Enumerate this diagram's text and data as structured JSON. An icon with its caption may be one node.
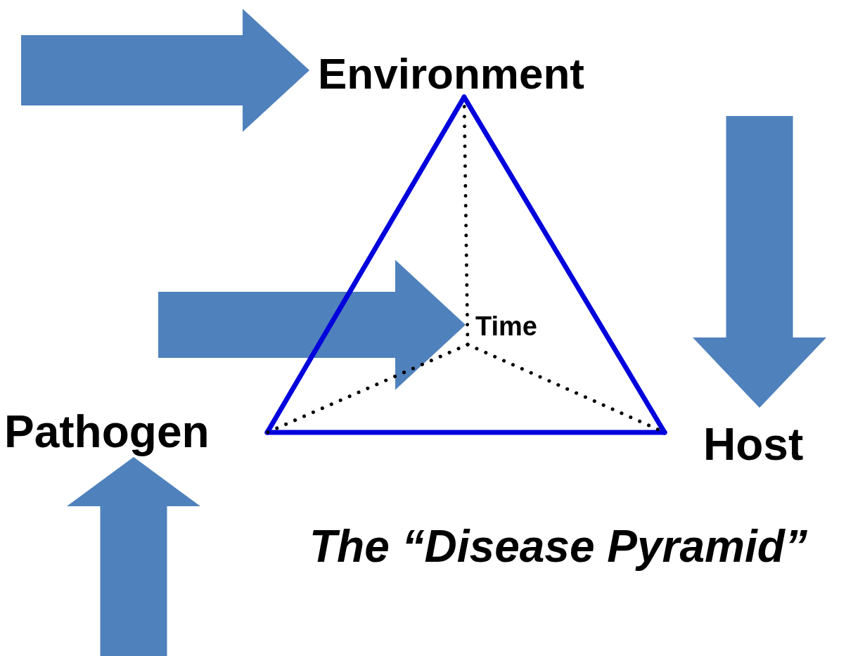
{
  "diagram": {
    "caption": "The “Disease Pyramid”",
    "nodes": [
      {
        "text": [
          "Environment"
        ]
      },
      {
        "text": [
          "Time"
        ]
      },
      {
        "text": [
          "Pathogen"
        ]
      },
      {
        "text": [
          "Host"
        ]
      }
    ],
    "edges": [
      {
        "from": 2,
        "to": 0,
        "arrow": "none",
        "color": "#0000dd"
      },
      {
        "from": 0,
        "to": 3,
        "arrow": "none",
        "color": "#0000dd"
      },
      {
        "from": 2,
        "to": 3,
        "arrow": "none",
        "color": "#0000dd"
      },
      {
        "from": 1,
        "to": 0,
        "arrow": "none",
        "style": "dashed",
        "color": "#000000"
      },
      {
        "from": 1,
        "to": 2,
        "arrow": "none",
        "style": "dashed",
        "color": "#000000"
      },
      {
        "from": 1,
        "to": 3,
        "arrow": "none",
        "style": "dashed",
        "color": "#000000"
      },
      {
        "from": null,
        "to": 0,
        "arrow": "to",
        "style": "thick",
        "color": "#4f81bd"
      },
      {
        "from": null,
        "to": 1,
        "arrow": "to",
        "style": "thick",
        "color": "#4f81bd"
      },
      {
        "from": null,
        "to": 3,
        "arrow": "to",
        "style": "thick",
        "color": "#4f81bd"
      },
      {
        "from": null,
        "to": 2,
        "arrow": "to",
        "style": "thick",
        "color": "#4f81bd"
      }
    ]
  }
}
